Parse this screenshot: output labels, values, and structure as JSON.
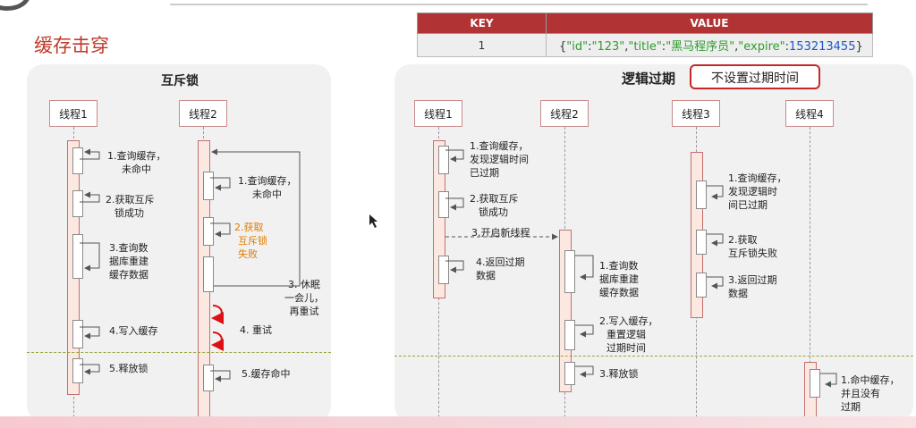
{
  "page_title": "缓存击穿",
  "kv_table": {
    "headers": {
      "key": "KEY",
      "value": "VALUE"
    },
    "row": {
      "key": "1",
      "value_parts": {
        "p1": "{",
        "k_id": "\"id\"",
        "c1": ":",
        "v_id": "\"123\"",
        "s1": ",",
        "k_title": "\"title\"",
        "c2": ":",
        "v_title": "\"黑马程序员\"",
        "s2": ",",
        "k_expire": "\"expire\"",
        "c3": ":",
        "v_expire": "153213455",
        "p2": "}"
      }
    }
  },
  "left_panel": {
    "title": "互斥锁",
    "threads": [
      "线程1",
      "线程2"
    ],
    "t1_steps": [
      "1.查询缓存，",
      "未命中",
      "2.获取互斥",
      "锁成功",
      "3.查询数",
      "据库重建",
      "缓存数据",
      "4.写入缓存",
      "5.释放锁"
    ],
    "t2_steps": [
      "1.查询缓存，",
      "未命中",
      "2.获取",
      "互斥锁",
      "失败",
      "3. 休眠",
      "一会儿，",
      "再重试",
      "4. 重试",
      "5.缓存命中"
    ]
  },
  "right_panel": {
    "title": "逻辑过期",
    "badge": "不设置过期时间",
    "threads": [
      "线程1",
      "线程2",
      "线程3",
      "线程4"
    ],
    "t1_steps": [
      "1.查询缓存，",
      "发现逻辑时间",
      "已过期",
      "2.获取互斥",
      "锁成功",
      "3.开启新线程",
      "4.返回过期",
      "数据"
    ],
    "t2_steps": [
      "1.查询数",
      "据库重建",
      "缓存数据",
      "2.写入缓存，",
      "重置逻辑",
      "过期时间",
      "3.释放锁"
    ],
    "t3_steps": [
      "1.查询缓存，",
      "发现逻辑时",
      "间已过期",
      "2.获取",
      "互斥锁失败",
      "3.返回过期",
      "数据"
    ],
    "t4_steps": [
      "1.命中缓存，",
      "并且没有",
      "过期"
    ]
  },
  "colors": {
    "accent_red": "#c0392b",
    "table_header": "#b23333",
    "orange_text": "#e07b00"
  }
}
